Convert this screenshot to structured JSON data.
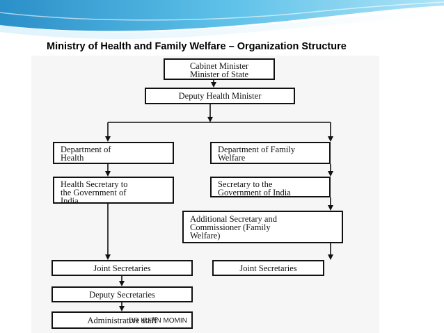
{
  "slide": {
    "title": "Ministry of Health and Family Welfare – Organization Structure",
    "credit": "DR IRFAN MOMIN",
    "accent": "#3aa3d6"
  },
  "org": {
    "top": [
      "Cabinet Minister",
      "Minister of State"
    ],
    "deputy_minister": "Deputy Health Minister",
    "left": {
      "department": [
        "Department of",
        "Health"
      ],
      "secretary": [
        "Health Secretary to",
        "the Government of",
        "India"
      ],
      "joint": "Joint Secretaries",
      "deputy": "Deputy Secretaries",
      "admin": "Administrative staff"
    },
    "right": {
      "department": [
        "Department of Family",
        "Welfare"
      ],
      "secretary": [
        "Secretary to the",
        "Government of India"
      ],
      "additional": [
        "Additional Secretary and",
        "Commissioner (Family",
        "Welfare)"
      ],
      "joint": "Joint Secretaries"
    }
  }
}
